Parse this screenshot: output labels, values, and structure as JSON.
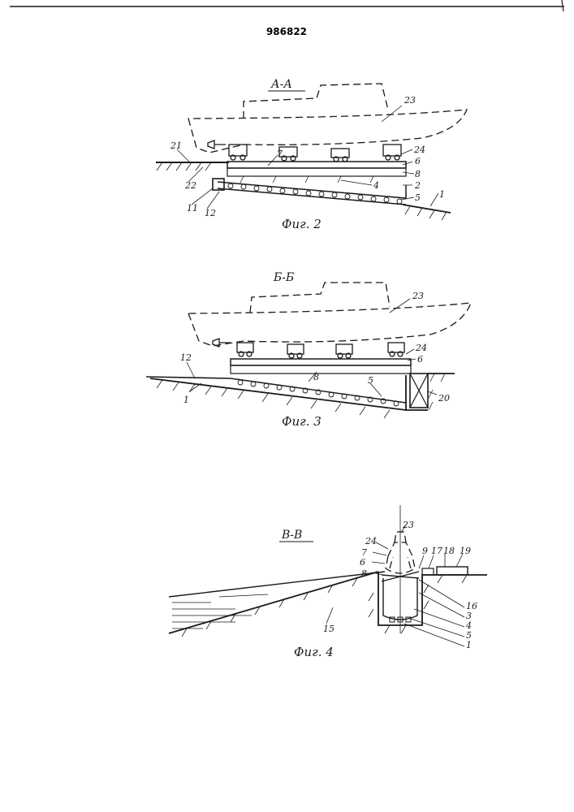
{
  "patent_number": "986822",
  "figures": [
    {
      "section": "А-А",
      "caption": "Фиг. 2",
      "labels": [
        "23",
        "21",
        "22",
        "11",
        "12",
        "24",
        "7",
        "6",
        "8",
        "4",
        "2",
        "5",
        "1"
      ]
    },
    {
      "section": "Б-Б",
      "caption": "Фиг. 3",
      "labels": [
        "23",
        "12",
        "1",
        "24",
        "6",
        "8",
        "5",
        "20"
      ]
    },
    {
      "section": "В-В",
      "caption": "Фиг. 4",
      "labels": [
        "23",
        "24",
        "7",
        "6",
        "8",
        "9",
        "17",
        "18",
        "19",
        "15",
        "16",
        "3",
        "4",
        "5",
        "1"
      ]
    }
  ]
}
